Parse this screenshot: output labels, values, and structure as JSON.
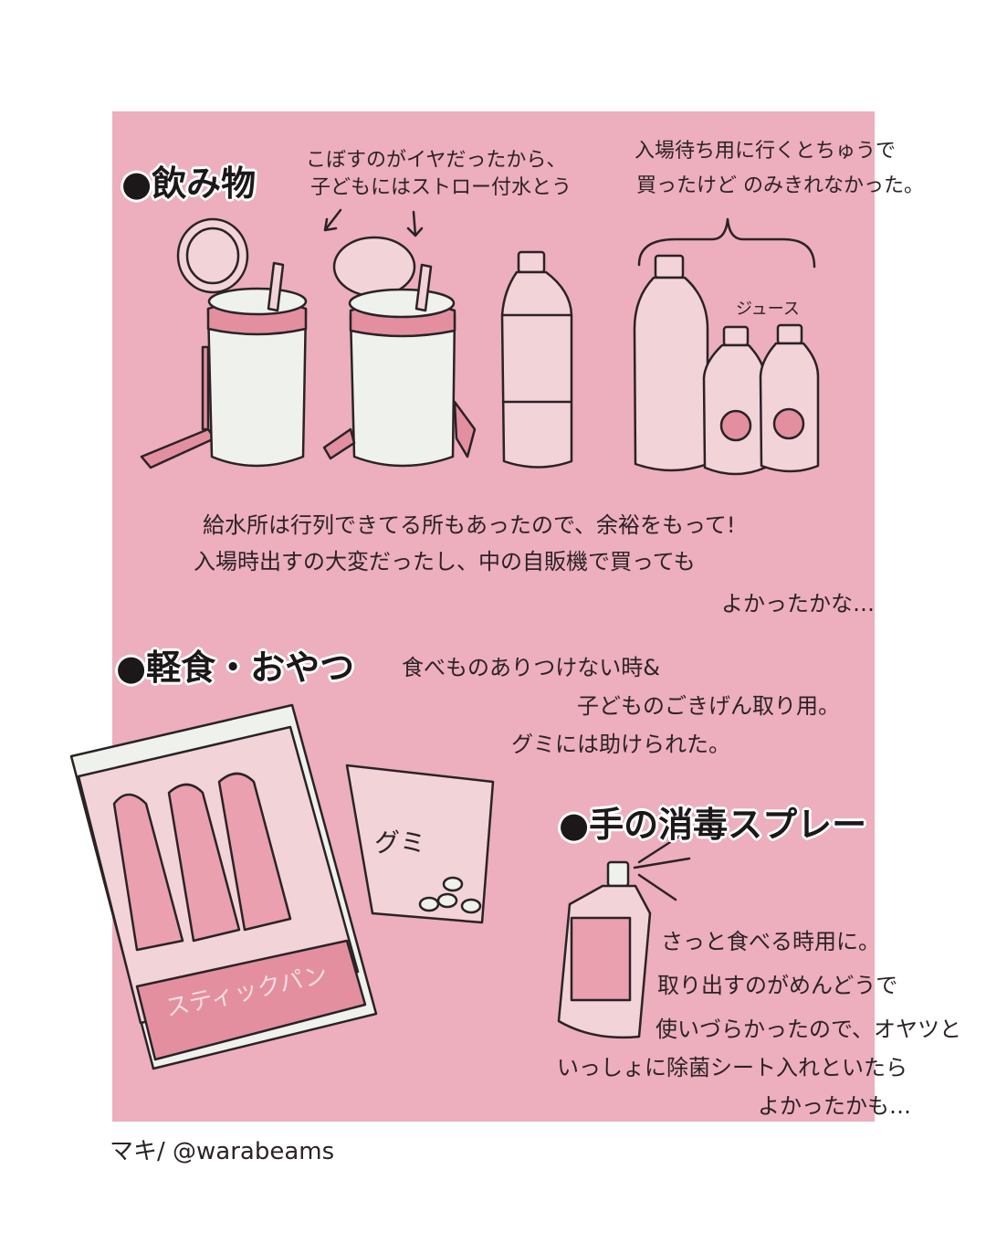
{
  "sections": {
    "drinks": {
      "heading": "●飲み物",
      "note_top_1": "こぼすのがイヤだったから、",
      "note_top_2": "子どもにはストロー付水とう",
      "note_right_1": "入場待ち用に行くとちゅうで",
      "note_right_2": "買ったけど のみきれなかった。",
      "juice_label": "ジュース",
      "note_bottom_1": "給水所は行列できてる所もあったので、余裕をもって!",
      "note_bottom_2": "入場時出すの大変だったし、中の自販機で買っても",
      "note_bottom_3": "よかったかな…"
    },
    "snacks": {
      "heading": "●軽食・おやつ",
      "note_1": "食べものありつけない時&",
      "note_2": "子どものごきげん取り用。",
      "note_3": "グミには助けられた。",
      "gummy_label": "グミ",
      "bread_label": "スティックパン"
    },
    "spray": {
      "heading": "●手の消毒スプレー",
      "note_1": "さっと食べる時用に。",
      "note_2": "取り出すのがめんどうで",
      "note_3": "使いづらかったので、オヤツと",
      "note_4": "いっしょに除菌シート入れといたら",
      "note_5": "よかったかも…"
    }
  },
  "credit": "マキ/ @warabeams",
  "colors": {
    "panel_pink": "#edaebd",
    "item_fill": "#f2d3d8",
    "bottle_white": "#eef1ec",
    "outline": "#2a2326",
    "accent_pink": "#e38f9f"
  }
}
